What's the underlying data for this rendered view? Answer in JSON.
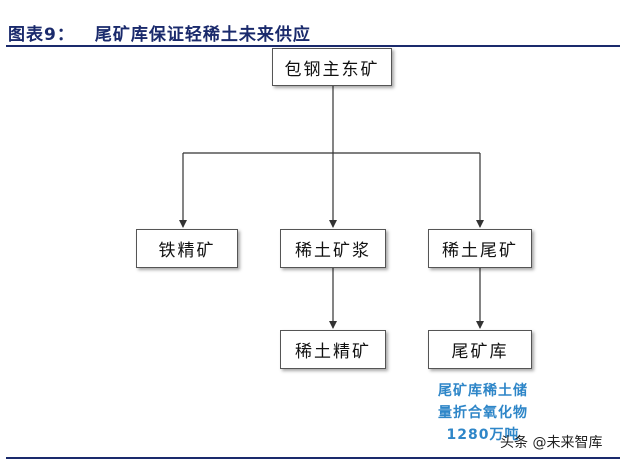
{
  "figure": {
    "label": "图表9：",
    "title": "尾矿库保证轻稀土未来供应"
  },
  "nodes": {
    "root": "包钢主东矿",
    "iron_concentrate": "铁精矿",
    "rare_earth_slurry": "稀土矿浆",
    "rare_earth_tailings": "稀土尾矿",
    "rare_earth_concentrate": "稀土精矿",
    "tailings_pond": "尾矿库"
  },
  "note": {
    "line1": "尾矿库稀土储",
    "line2": "量折合氧化物",
    "line3": "1280万吨"
  },
  "watermark": "头条 @未来智库",
  "colors": {
    "title": "#1a2a6c",
    "note": "#2e86c8",
    "connector": "#333333"
  }
}
